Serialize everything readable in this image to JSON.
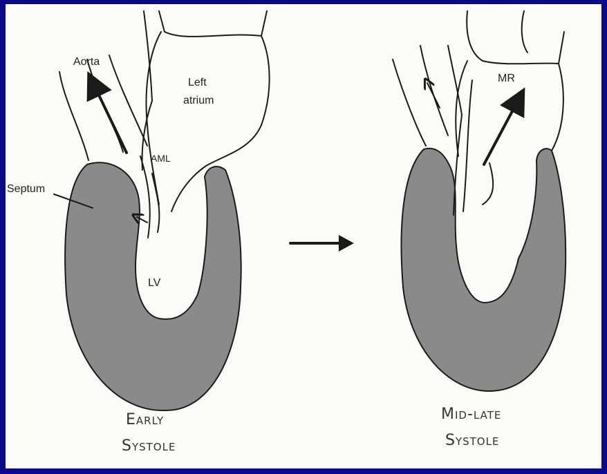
{
  "colors": {
    "frame": "#0a0a8c",
    "panel": "#fbfbf8",
    "wall": "#8a8a8a",
    "ink": "#1a1a1a"
  },
  "left_heart": {
    "aorta": "Aorta",
    "left_atrium_line1": "Left",
    "left_atrium_line2": "atrium",
    "aml": "AML",
    "septum": "Septum",
    "lv": "LV",
    "caption_line1": "Early",
    "caption_line2": "Systole"
  },
  "right_heart": {
    "mr": "MR",
    "caption_line1": "Mid-late",
    "caption_line2": "Systole"
  },
  "transition_arrow": "right-arrow-icon"
}
